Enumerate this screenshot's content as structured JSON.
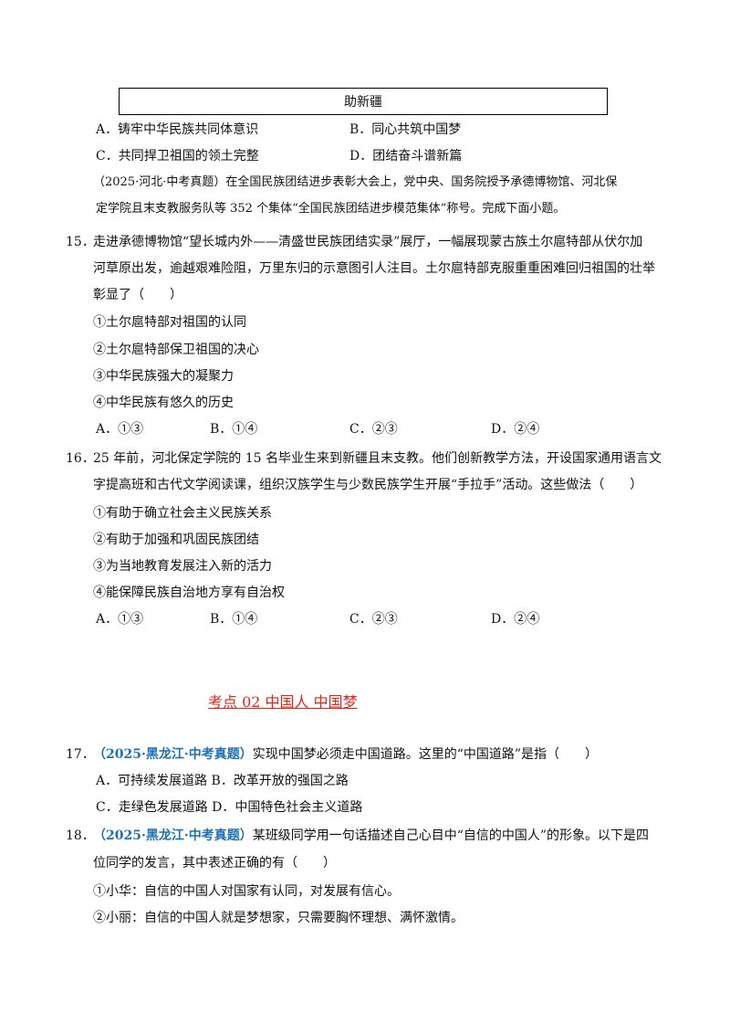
{
  "box_text": "助新疆",
  "top_options": {
    "a": "A．铸牢中华民族共同体意识",
    "b": "B．同心共筑中国梦",
    "c": "C．共同捍卫祖国的领土完整",
    "d": "D．团结奋斗谱新篇"
  },
  "intro": {
    "line1": "（2025·河北·中考真题）在全国民族团结进步表彰大会上，党中央、国务院授予承德博物馆、河北保",
    "line2": "定学院且末支教服务队等 352 个集体“全国民族团结进步模范集体”称号。完成下面小题。"
  },
  "q15": {
    "num": "15．",
    "line1": "走进承德博物馆“望长城内外——清盛世民族团结实录”展厅，一幅展现蒙古族土尔扈特部从伏尔加",
    "line2": "河草原出发，逾越艰难险阻，万里东归的示意图引人注目。土尔扈特部克服重重困难回归祖国的壮举",
    "line3": "彰显了（　　）",
    "items": [
      "①土尔扈特部对祖国的认同",
      "②土尔扈特部保卫祖国的决心",
      "③中华民族强大的凝聚力",
      "④中华民族有悠久的历史"
    ],
    "options": [
      "A．①③",
      "B．①④",
      "C．②③",
      "D．②④"
    ]
  },
  "q16": {
    "num": "16．",
    "line1": "25 年前，河北保定学院的 15 名毕业生来到新疆且末支教。他们创新教学方法，开设国家通用语言文",
    "line2": "字提高班和古代文学阅读课，组织汉族学生与少数民族学生开展“手拉手”活动。这些做法（　　）",
    "items": [
      "①有助于确立社会主义民族关系",
      "②有助于加强和巩固民族团结",
      "③为当地教育发展注入新的活力",
      "④能保障民族自治地方享有自治权"
    ],
    "options": [
      "A．①③",
      "B．①④",
      "C．②③",
      "D．②④"
    ]
  },
  "section_heading": "考点 02  中国人  中国梦",
  "q17": {
    "num": "17．",
    "source": "（2025·黑龙江·中考真题）",
    "text": "实现中国梦必须走中国道路。这里的“中国道路”是指（　　）",
    "options_line1": "A．可持续发展道路 B．改革开放的强国之路",
    "options_line2": "C．走绿色发展道路 D．中国特色社会主义道路"
  },
  "q18": {
    "num": "18．",
    "source": "（2025·黑龙江·中考真题）",
    "text": "某班级同学用一句话描述自己心目中“自信的中国人”的形象。以下是四",
    "line2": "位同学的发言，其中表述正确的有（　　）",
    "items": [
      "①小华：自信的中国人对国家有认同，对发展有信心。",
      "②小丽：自信的中国人就是梦想家，只需要胸怀理想、满怀激情。"
    ]
  }
}
